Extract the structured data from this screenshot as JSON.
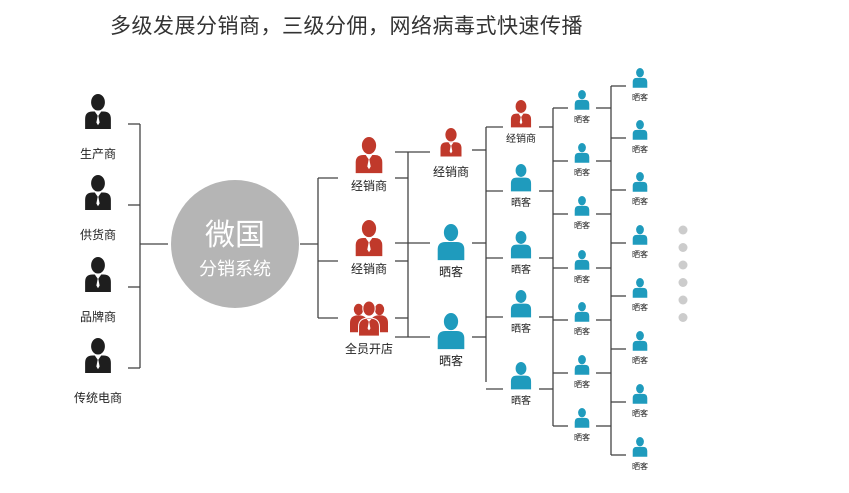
{
  "title": "多级发展分销商，三级分佣，网络病毒式快速传播",
  "colors": {
    "line": "#444444",
    "dark": "#1e1e1e",
    "red": "#c0392b",
    "blue": "#1f9bbd",
    "hub": "#b5b5b5",
    "dot": "#cccccc"
  },
  "hub": {
    "line1": "微国",
    "line2": "分销系统"
  },
  "suppliers": [
    {
      "label": "生产商",
      "icon": "dark-person-icon"
    },
    {
      "label": "供货商",
      "icon": "dark-person-icon"
    },
    {
      "label": "品牌商",
      "icon": "dark-person-icon"
    },
    {
      "label": "传统电商",
      "icon": "dark-person-icon"
    }
  ],
  "level1": [
    {
      "label": "经销商",
      "icon": "red-person-icon"
    },
    {
      "label": "经销商",
      "icon": "red-person-icon"
    },
    {
      "label": "全员开店",
      "icon": "red-group-icon"
    }
  ],
  "level2": [
    {
      "label": "经销商",
      "icon": "red-person-icon"
    },
    {
      "label": "晒客",
      "icon": "blue-person-icon"
    },
    {
      "label": "晒客",
      "icon": "blue-person-icon"
    }
  ],
  "level3": [
    {
      "label": "经销商",
      "icon": "red-person-icon"
    },
    {
      "label": "晒客",
      "icon": "blue-person-icon"
    },
    {
      "label": "晒客",
      "icon": "blue-person-icon"
    },
    {
      "label": "晒客",
      "icon": "blue-person-icon"
    },
    {
      "label": "晒客",
      "icon": "blue-person-icon"
    }
  ],
  "level4": [
    "晒客",
    "晒客",
    "晒客",
    "晒客",
    "晒客",
    "晒客",
    "晒客"
  ],
  "level5": [
    "晒客",
    "晒客",
    "晒客",
    "晒客",
    "晒客",
    "晒客",
    "晒客",
    "晒客"
  ],
  "ellipsis_dots": 6
}
